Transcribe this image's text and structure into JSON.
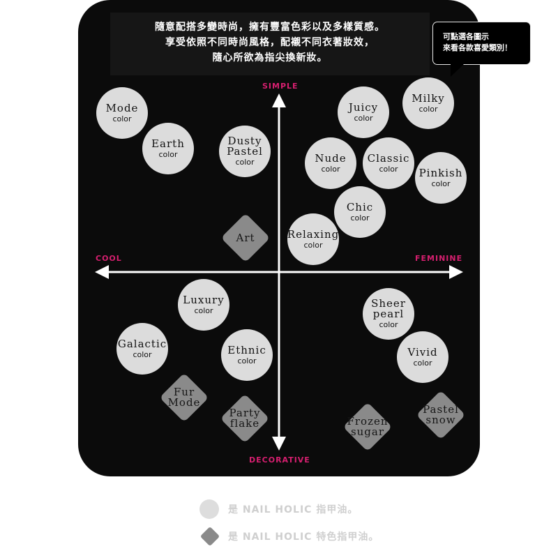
{
  "intro": {
    "lines": [
      "隨意配搭多變時尚，擁有豐富色彩以及多樣質感。",
      "享受依照不同時尚風格，配襯不同衣著妝效，",
      "隨心所欲為指尖換新妝。"
    ]
  },
  "callout": {
    "lines": [
      "可點選各圖示",
      "來看各款喜愛類別！"
    ]
  },
  "axes": {
    "top": "SIMPLE",
    "bottom": "DECORATIVE",
    "left": "COOL",
    "right": "FEMININE",
    "label_color": "#d61f6f",
    "line_color": "#ffffff"
  },
  "items": {
    "mode": {
      "name": "Mode",
      "sub": "color"
    },
    "earth": {
      "name": "Earth",
      "sub": "color"
    },
    "dusty": {
      "name1": "Dusty",
      "name2": "Pastel",
      "sub": "color"
    },
    "juicy": {
      "name": "Juicy",
      "sub": "color"
    },
    "milky": {
      "name": "Milky",
      "sub": "color"
    },
    "nude": {
      "name": "Nude",
      "sub": "color"
    },
    "classic": {
      "name": "Classic",
      "sub": "color"
    },
    "pinkish": {
      "name": "Pinkish",
      "sub": "color"
    },
    "chic": {
      "name": "Chic",
      "sub": "color"
    },
    "relaxing": {
      "name": "Relaxing",
      "sub": "color"
    },
    "art": {
      "name": "Art"
    },
    "luxury": {
      "name": "Luxury",
      "sub": "color"
    },
    "galactic": {
      "name": "Galactic",
      "sub": "color"
    },
    "ethnic": {
      "name": "Ethnic",
      "sub": "color"
    },
    "sheer": {
      "name1": "Sheer",
      "name2": "pearl",
      "sub": "color"
    },
    "vivid": {
      "name": "Vivid",
      "sub": "color"
    },
    "fur": {
      "name1": "Fur",
      "name2": "Mode"
    },
    "party": {
      "name1": "Party",
      "name2": "flake"
    },
    "frozen": {
      "name1": "Frozen",
      "name2": "sugar"
    },
    "pastel": {
      "name1": "Pastel",
      "name2": "snow"
    }
  },
  "legend": {
    "circle_text": "是 NAIL HOLIC 指甲油。",
    "diamond_text": "是 NAIL HOLIC 特色指甲油。"
  }
}
